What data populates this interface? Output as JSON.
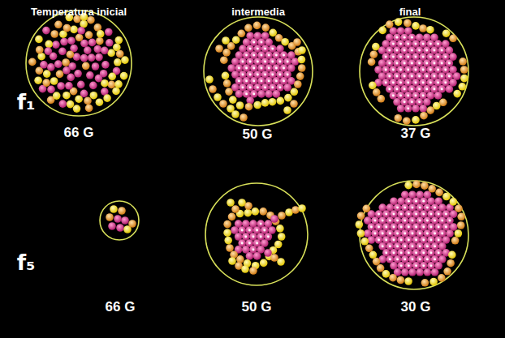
{
  "diagram": {
    "labels": [
      "Temperatura inicial",
      "intermedia",
      "final",
      "f₁",
      "f₅",
      "66 G",
      "50 G",
      "37 G",
      "66 G",
      "50 G",
      "30 G"
    ]
  }
}
